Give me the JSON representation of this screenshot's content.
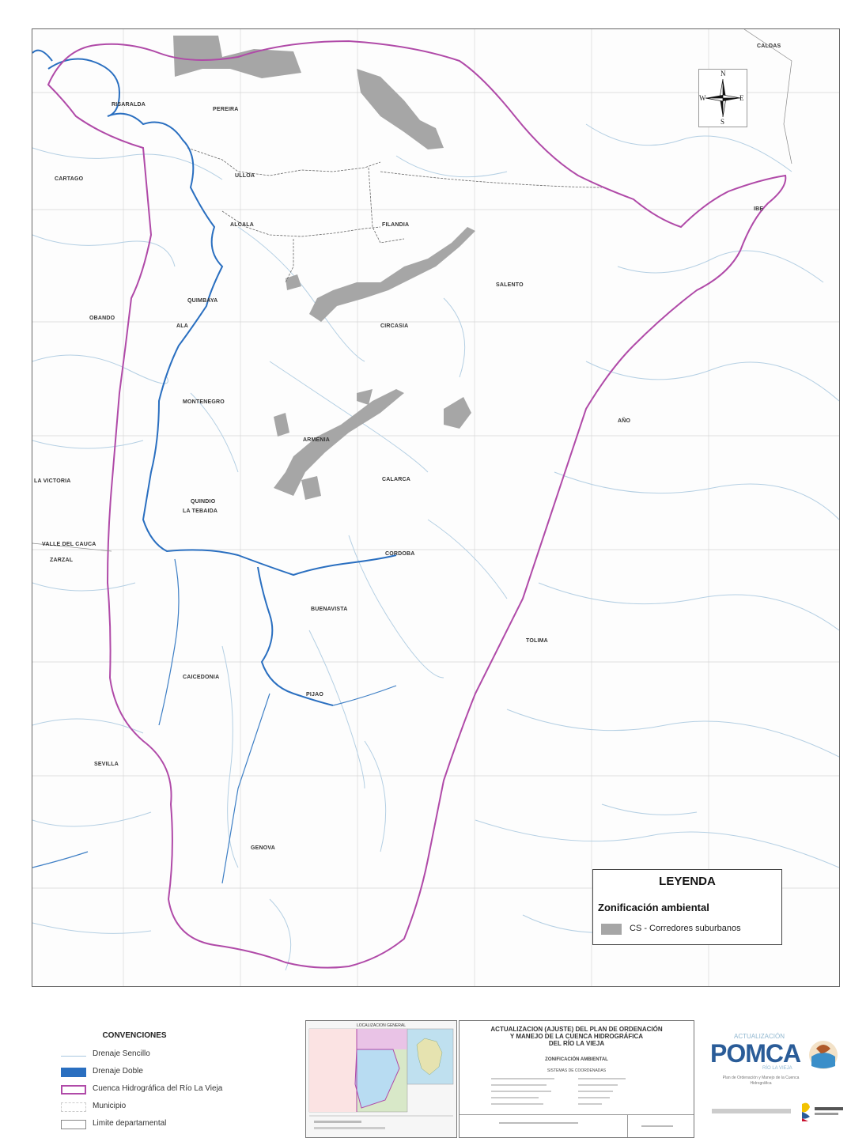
{
  "map": {
    "municipalities": [
      {
        "name": "CALDAS"
      },
      {
        "name": "PEREIRA"
      },
      {
        "name": "RISARALDA"
      },
      {
        "name": "CARTAGO"
      },
      {
        "name": "ULLOA"
      },
      {
        "name": "ALCALA"
      },
      {
        "name": "FILANDIA"
      },
      {
        "name": "SALENTO"
      },
      {
        "name": "QUIMBAYA"
      },
      {
        "name": "CIRCASIA"
      },
      {
        "name": "OBANDO"
      },
      {
        "name": "ALA"
      },
      {
        "name": "MONTENEGRO"
      },
      {
        "name": "ARMENIA"
      },
      {
        "name": "AÑO"
      },
      {
        "name": "LA VICTORIA"
      },
      {
        "name": "QUINDIO"
      },
      {
        "name": "LA TEBAIDA"
      },
      {
        "name": "CALARCA"
      },
      {
        "name": "VALLE DEL CAUCA"
      },
      {
        "name": "ZARZAL"
      },
      {
        "name": "CORDOBA"
      },
      {
        "name": "BUENAVISTA"
      },
      {
        "name": "TOLIMA"
      },
      {
        "name": "CAICEDONIA"
      },
      {
        "name": "PIJAO"
      },
      {
        "name": "SEVILLA"
      },
      {
        "name": "GENOVA"
      },
      {
        "name": "IBE"
      }
    ],
    "compass": {
      "n": "N",
      "s": "S",
      "e": "E",
      "w": "W"
    },
    "colors": {
      "basin_boundary": "#b04aa8",
      "double_drainage": "#2a6fc0",
      "single_drainage": "#a8c8e0",
      "suburban_corridor": "#a6a6a6",
      "municipal_limit": "#555555"
    }
  },
  "legend": {
    "title": "LEYENDA",
    "subtitle": "Zonificación ambiental",
    "item": "CS - Corredores suburbanos"
  },
  "conventions": {
    "title": "CONVENCIONES",
    "items": [
      {
        "label": "Drenaje Sencillo"
      },
      {
        "label": "Drenaje Doble"
      },
      {
        "label": "Cuenca Hidrográfica del Río La Vieja"
      },
      {
        "label": "Municipio"
      },
      {
        "label": "Limite departamental"
      }
    ]
  },
  "inset": {
    "title": "LOCALIZACION GENERAL"
  },
  "title_block": {
    "line1": "ACTUALIZACION (AJUSTE) DEL PLAN DE ORDENACIÓN",
    "line2": "Y MANEJO DE LA CUENCA HIDROGRÁFICA",
    "line3": "DEL RÍO LA VIEJA",
    "subtitle": "ZONIFICACIÓN AMBIENTAL",
    "system": "SISTEMAS DE COORDENADAS"
  },
  "logo": {
    "small": "ACTUALIZACIÓN",
    "main": "POMCA",
    "sub": "RÍO LA VIEJA",
    "desc": "Plan de Ordenación y Manejo de la Cuenca Hidrográfica"
  }
}
